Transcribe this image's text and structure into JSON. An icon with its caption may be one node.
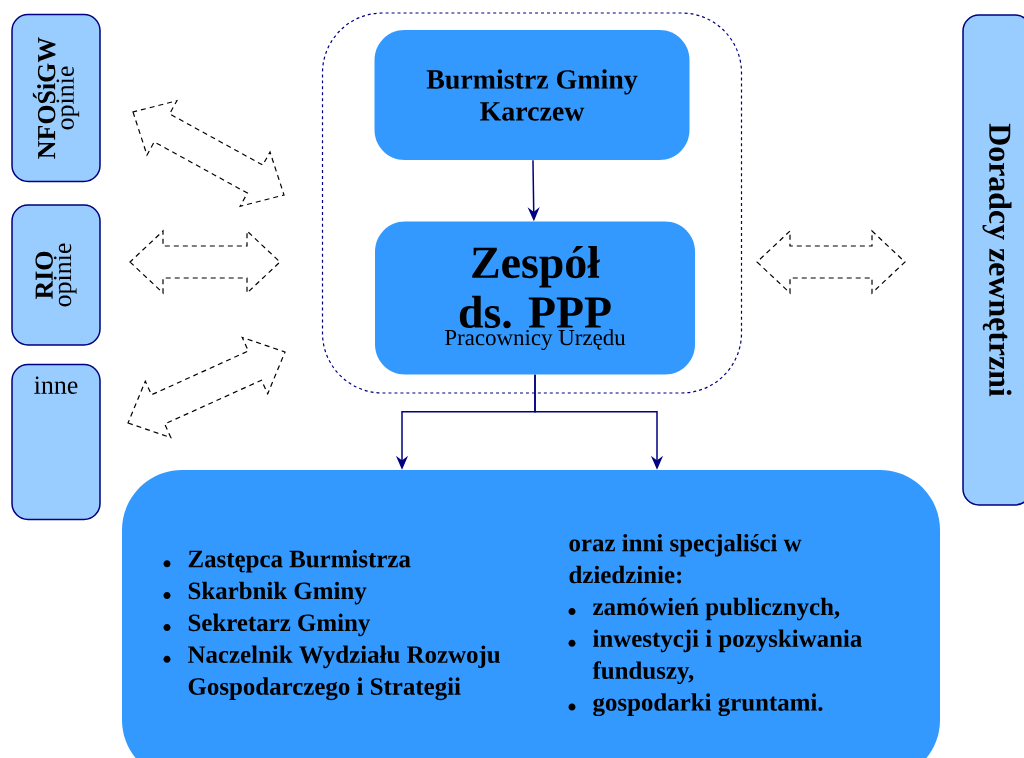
{
  "diagram": {
    "nodes": [
      {
        "text": [
          "NFOŚiGW",
          "opinie"
        ]
      },
      {
        "text": [
          "RIO",
          "opinie"
        ]
      },
      {
        "text": [
          "inne"
        ]
      },
      {
        "text": [],
        "shape": "box"
      },
      {
        "text": [
          "Burmistrz Gminy Karczew"
        ],
        "in": 3
      },
      {
        "text": [
          "Zespół ds. PPP",
          "Pracownicy Urzędu"
        ],
        "in": 3
      },
      {
        "text": [
          "Doradcy zewnętrzni"
        ]
      },
      {
        "text": [
          "Zastępca Burmistrza",
          "Skarbnik Gminy",
          "Sekretarz Gminy",
          "Naczelnik Wydziału Rozwoju Gospodarczego i Strategii",
          "oraz inni specjaliści w dziedzinie:",
          "zamówień publicznych,",
          "inwestycji i pozyskiwania funduszy,",
          "gospodarki gruntami."
        ]
      }
    ],
    "edges": [
      {
        "from": 0,
        "to": 3,
        "arrow": "both",
        "style": "dashed"
      },
      {
        "from": 1,
        "to": 3,
        "arrow": "both",
        "style": "dashed"
      },
      {
        "from": 2,
        "to": 3,
        "arrow": "both",
        "style": "dashed"
      },
      {
        "from": 3,
        "to": 6,
        "arrow": "both",
        "style": "dashed"
      },
      {
        "from": 4,
        "to": 5,
        "arrow": "to",
        "color": "#000080"
      },
      {
        "from": 5,
        "to": 7,
        "arrow": "to",
        "color": "#000080"
      },
      {
        "from": 5,
        "to": 7,
        "arrow": "to",
        "color": "#000080"
      }
    ]
  }
}
